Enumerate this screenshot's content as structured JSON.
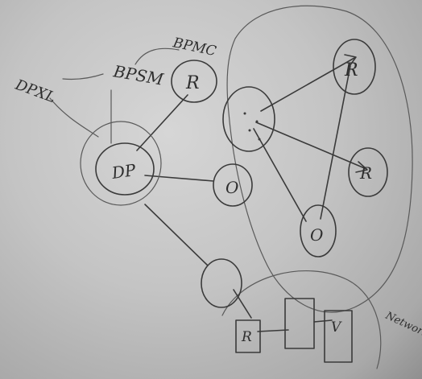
{
  "labels": {
    "bpmc": "BPMC",
    "bpsm": "BPSM",
    "dpxl": "DPXL",
    "network_node": "Network Node"
  },
  "nodes": {
    "r_top_left": "R",
    "dp_center": "DP",
    "o_middle": "O",
    "r_top_right": "R",
    "r_right": "R",
    "o_bottom_right": "O",
    "r_network": "R",
    "v_network": "V"
  }
}
